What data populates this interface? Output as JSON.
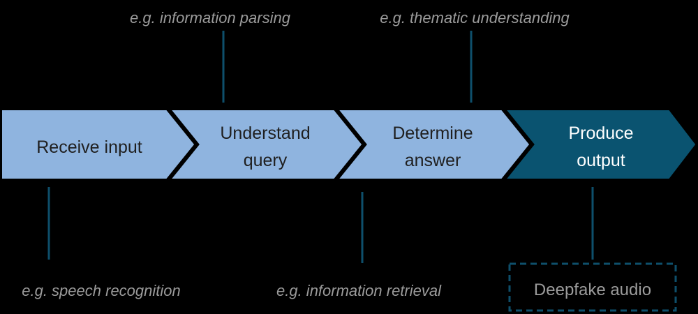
{
  "colors": {
    "background": "#000000",
    "step_fill": "#8fb4df",
    "step_fill_highlight": "#0a5370",
    "step_text": "#1f1f1f",
    "step_text_highlight": "#ffffff",
    "connector": "#0e4f6b",
    "example_text": "#9b9b9b",
    "highlight_border": "#0e4f6b",
    "highlight_text": "#9b9b9b"
  },
  "steps": [
    {
      "line1": "Receive input",
      "line2": ""
    },
    {
      "line1": "Understand",
      "line2": "query"
    },
    {
      "line1": "Determine",
      "line2": "answer"
    },
    {
      "line1": "Produce",
      "line2": "output"
    }
  ],
  "examples": {
    "receive_input": "e.g. speech recognition",
    "understand_query": "e.g. information parsing",
    "determine_answer": "e.g. information retrieval",
    "produce_output": "e.g. thematic understanding"
  },
  "highlight": {
    "label": "Deepfake audio"
  }
}
